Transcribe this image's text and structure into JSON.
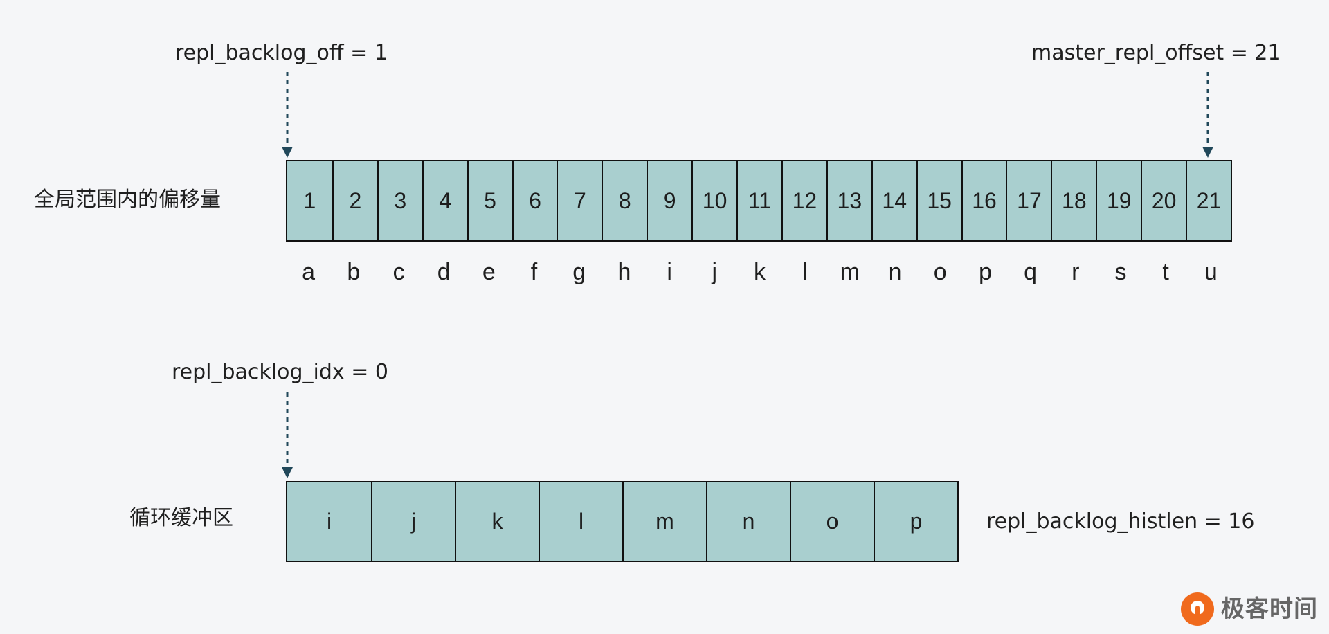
{
  "top": {
    "left_label": "repl_backlog_off = 1",
    "right_label": "master_repl_offset = 21",
    "row_label": "全局范围内的偏移量",
    "cells": [
      "1",
      "2",
      "3",
      "4",
      "5",
      "6",
      "7",
      "8",
      "9",
      "10",
      "11",
      "12",
      "13",
      "14",
      "15",
      "16",
      "17",
      "18",
      "19",
      "20",
      "21"
    ],
    "letters": [
      "a",
      "b",
      "c",
      "d",
      "e",
      "f",
      "g",
      "h",
      "i",
      "j",
      "k",
      "l",
      "m",
      "n",
      "o",
      "p",
      "q",
      "r",
      "s",
      "t",
      "u"
    ]
  },
  "bottom": {
    "pointer_label": "repl_backlog_idx = 0",
    "row_label": "循环缓冲区",
    "cells": [
      "i",
      "j",
      "k",
      "l",
      "m",
      "n",
      "o",
      "p"
    ],
    "right_label": "repl_backlog_histlen = 16"
  },
  "logo": {
    "text": "极客时间"
  },
  "colors": {
    "cell_fill": "#a9cfcf",
    "border": "#111111",
    "arrow": "#21485a",
    "background": "#f5f6f8",
    "logo_orange": "#f06a1d"
  },
  "icons": {
    "logo_icon": "geektime-logo-icon"
  }
}
